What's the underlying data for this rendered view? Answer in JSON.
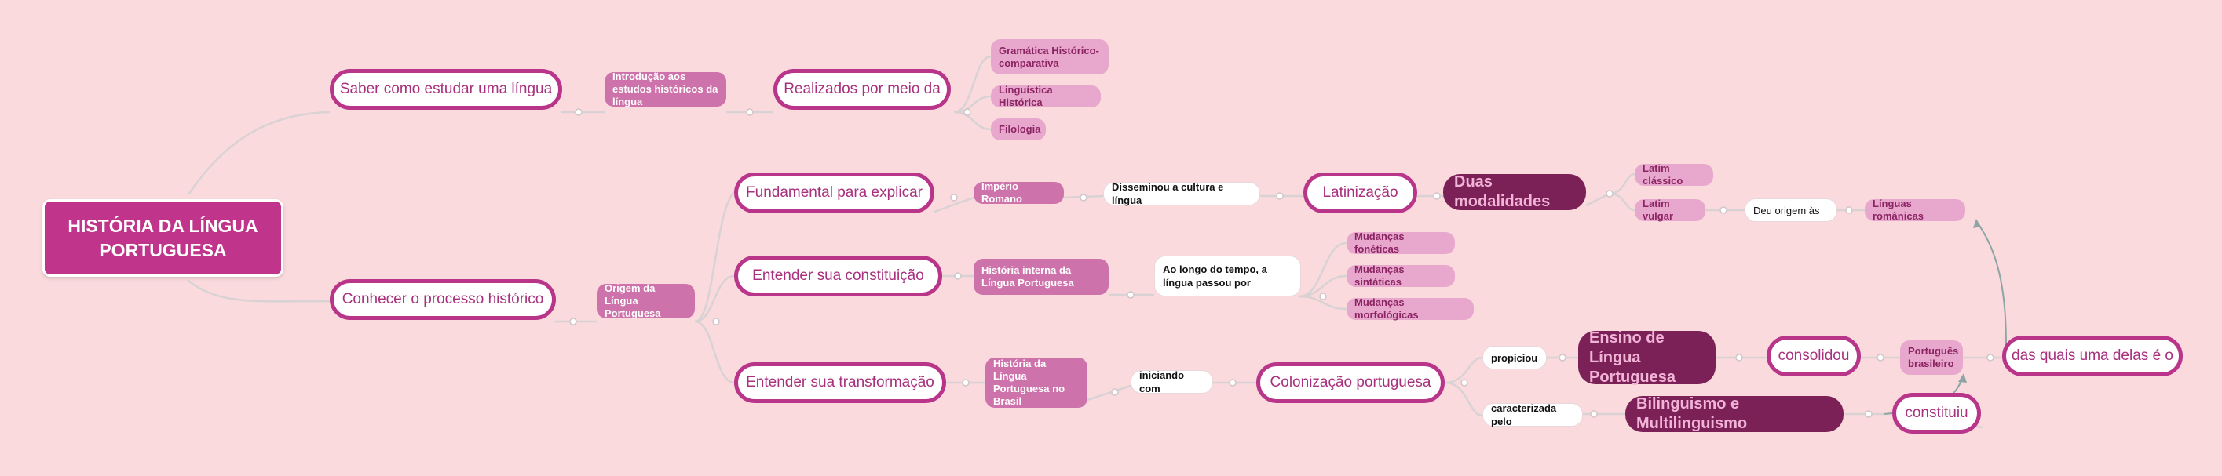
{
  "root": {
    "title": "HISTÓRIA DA LÍNGUA PORTUGUESA"
  },
  "branches": {
    "estudar": "Saber como estudar uma língua",
    "processo": "Conhecer o processo histórico"
  },
  "nodes": {
    "introducao": "Introdução aos estudos históricos da língua",
    "realizados": "Realizados por meio da",
    "gramatica": "Gramática Histórico-comparativa",
    "linguistica": "Linguística Histórica",
    "filologia": "Filologia",
    "origem": "Origem da Língua Portuguesa",
    "fundamental": "Fundamental para explicar",
    "constituicao": "Entender sua constituição",
    "transformacao": "Entender sua transformação",
    "imperio": "Império Romano",
    "disseminou": "Disseminou a cultura e língua",
    "latinizacao": "Latinização",
    "duas_modalidades": "Duas modalidades",
    "latim_classico": "Latim clássico",
    "latim_vulgar": "Latim vulgar",
    "deu_origem": "Deu origem às",
    "linguas_romanicas": "Línguas românicas",
    "historia_interna": "História interna da Língua Portuguesa",
    "ao_longo": "Ao longo do tempo, a língua passou por",
    "fonetica": "Mudanças fonéticas",
    "sintatica": "Mudanças sintáticas",
    "morfologica": "Mudanças morfológicas",
    "historia_brasil": "História da Língua Portuguesa no Brasil",
    "iniciando": "iniciando com",
    "colonizacao": "Colonização portuguesa",
    "propiciou": "propiciou",
    "caracterizada": "caracterizada pelo",
    "ensino": "Ensino de Língua Portuguesa",
    "bilinguismo": "Bilinguismo e Multilinguismo",
    "consolidou": "consolidou",
    "constituiu": "constituiu",
    "portugues_br": "Português brasileiro",
    "das_quais": "das quais uma delas é o"
  },
  "colors": {
    "background": "#fadadd",
    "root": "#c0348b",
    "outline": "#b8358a",
    "mid": "#cd72aa",
    "light": "#e8a8cd",
    "dark": "#7c2158",
    "edge": "#d9d9d9"
  }
}
